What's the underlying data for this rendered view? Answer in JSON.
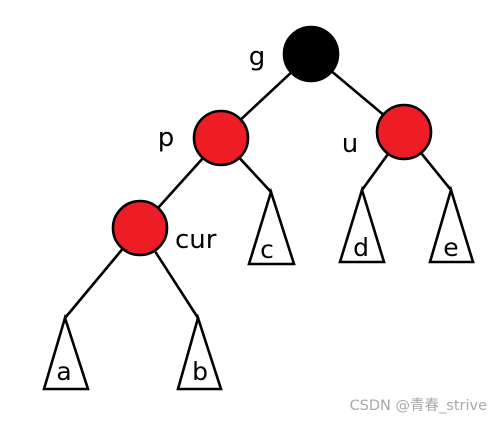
{
  "diagram": {
    "type": "red-black-tree",
    "colors": {
      "red": "#ee1c25",
      "black": "#000000",
      "outline": "#000000",
      "subtree_fill": "#ffffff",
      "watermark": "#a8a8a8"
    },
    "nodes": [
      {
        "id": "g",
        "label": "g",
        "color": "black"
      },
      {
        "id": "p",
        "label": "p",
        "color": "red"
      },
      {
        "id": "u",
        "label": "u",
        "color": "red"
      },
      {
        "id": "cur",
        "label": "cur",
        "color": "red"
      }
    ],
    "subtrees": [
      {
        "id": "a",
        "label": "a",
        "parent": "cur"
      },
      {
        "id": "b",
        "label": "b",
        "parent": "cur"
      },
      {
        "id": "c",
        "label": "c",
        "parent": "p"
      },
      {
        "id": "d",
        "label": "d",
        "parent": "u"
      },
      {
        "id": "e",
        "label": "e",
        "parent": "u"
      }
    ],
    "edges": [
      [
        "g",
        "p"
      ],
      [
        "g",
        "u"
      ],
      [
        "p",
        "cur"
      ],
      [
        "p",
        "c"
      ],
      [
        "u",
        "d"
      ],
      [
        "u",
        "e"
      ],
      [
        "cur",
        "a"
      ],
      [
        "cur",
        "b"
      ]
    ]
  },
  "watermark": {
    "text": "CSDN @青春_strive"
  }
}
